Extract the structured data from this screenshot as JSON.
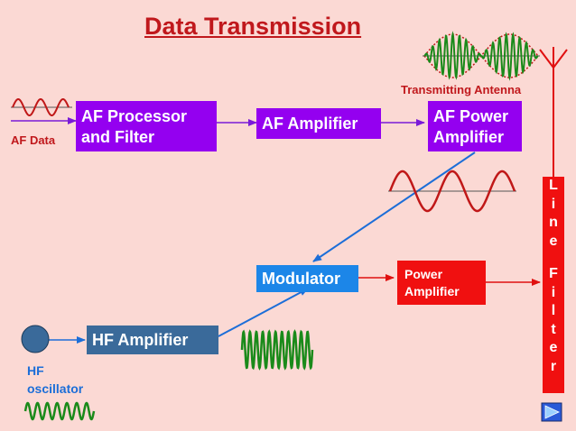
{
  "title": "Data Transmission",
  "labels": {
    "af_data": "AF Data",
    "transmitting_antenna": "Transmitting Antenna",
    "hf_oscillator_line1": "HF",
    "hf_oscillator_line2": "oscillator"
  },
  "blocks": {
    "af_processor_line1": "AF  Processor",
    "af_processor_line2": "and  Filter",
    "af_amplifier": "AF  Amplifier",
    "af_power_amp_line1": "AF Power",
    "af_power_amp_line2": "Amplifier",
    "modulator": "Modulator",
    "power_amp_line1": "Power",
    "power_amp_line2": "Amplifier",
    "hf_amplifier": "HF  Amplifier"
  },
  "line_filter": [
    "L",
    "i",
    "n",
    "e",
    "",
    "F",
    "i",
    "l",
    "t",
    "e",
    "r"
  ],
  "colors": {
    "background": "#fbd9d4",
    "title": "#c0181c",
    "purple_block": "#9400f0",
    "blue_block": "#1c86e8",
    "red_block": "#f01010",
    "hf_block": "#3a6a9a",
    "wave_green": "#1a8a1a"
  }
}
